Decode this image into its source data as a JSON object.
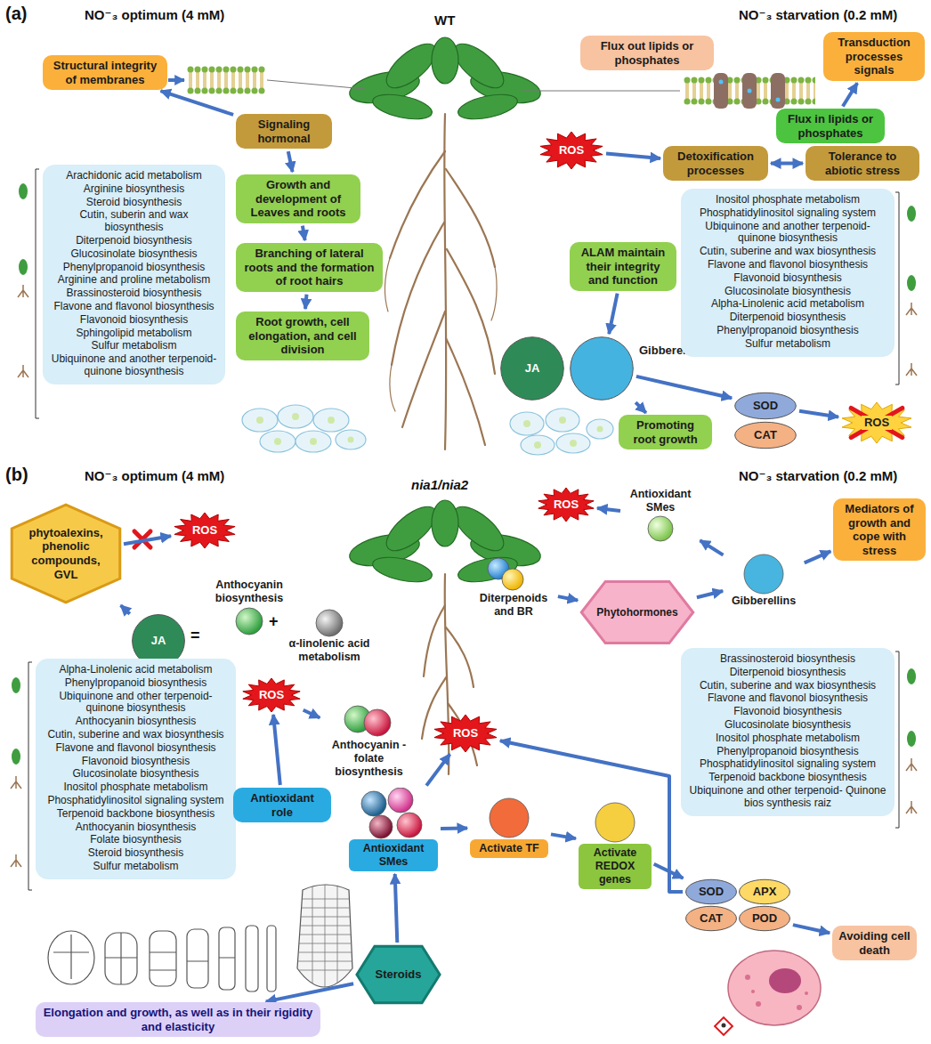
{
  "diagram": {
    "nodes": [
      {
        "text": [
          "Structural integrity of membranes"
        ]
      },
      {
        "text": [
          "Flux out lipids or phosphates"
        ]
      },
      {
        "text": [
          "Transduction processes signals"
        ]
      },
      {
        "text": [
          "Flux in lipids or phosphates"
        ]
      },
      {
        "text": [
          "Signaling hormonal"
        ]
      },
      {
        "text": [
          "ROS"
        ]
      },
      {
        "text": [
          "Detoxification processes"
        ]
      },
      {
        "text": [
          "Tolerance to abiotic stress"
        ]
      },
      {
        "text": [
          "Growth and development of Leaves and roots"
        ]
      },
      {
        "text": [
          "Branching of lateral roots and the formation of root hairs"
        ]
      },
      {
        "text": [
          "Root growth, cell elongation, and cell division"
        ]
      },
      {
        "text": [
          "ALAM maintain their integrity and function"
        ]
      },
      {
        "text": [
          "Arachidonic acid metabolism",
          "Arginine biosynthesis",
          "Steroid biosynthesis",
          "Cutin, suberin and wax biosynthesis",
          "Diterpenoid biosynthesis",
          "Glucosinolate biosynthesis",
          "Phenylpropanoid biosynthesis",
          "Arginine and proline metabolism",
          "Brassinosteroid biosynthesis",
          "Flavone and flavonol biosynthesis",
          "Flavonoid biosynthesis",
          "Sphingolipid metabolism",
          "Sulfur metabolism",
          "Ubiquinone and another terpenoid-quinone biosynthesis"
        ]
      },
      {
        "text": [
          "JA"
        ]
      },
      {
        "text": [
          "Gibberellins"
        ]
      },
      {
        "text": [
          "Promoting root growth"
        ]
      },
      {
        "text": [
          "SOD"
        ]
      },
      {
        "text": [
          "CAT"
        ]
      },
      {
        "text": [
          "ROS"
        ]
      },
      {
        "text": [
          "Inositol phosphate metabolism",
          "Phosphatidylinositol signaling system",
          "Ubiquinone and another terpenoid-quinone biosynthesis",
          "Cutin, suberine and wax biosynthesis",
          "Flavone and flavonol biosynthesis",
          "Flavonoid biosynthesis",
          "Glucosinolate biosynthesis",
          "Alpha-Linolenic acid metabolism",
          "Diterpenoid biosynthesis",
          "Phenylpropanoid biosynthesis",
          "Sulfur metabolism"
        ]
      },
      {
        "text": [
          "phytoalexins, phenolic compounds, GVL"
        ]
      },
      {
        "text": [
          "ROS"
        ]
      },
      {
        "text": [
          "JA"
        ]
      },
      {
        "text": [
          "Anthocyanin biosynthesis"
        ]
      },
      {
        "text": [
          "α-linolenic acid metabolism"
        ]
      },
      {
        "text": [
          "ROS"
        ]
      },
      {
        "text": [
          "Antioxidant SMes"
        ]
      },
      {
        "text": [
          "Gibberellins"
        ]
      },
      {
        "text": [
          "Mediators of growth and cope with stress"
        ]
      },
      {
        "text": [
          "Diterpenoids and BR"
        ]
      },
      {
        "text": [
          "Phytohormones"
        ]
      },
      {
        "text": [
          "Alpha-Linolenic acid metabolism",
          "Phenylpropanoid biosynthesis",
          "Ubiquinone and other terpenoid- quinone biosynthesis",
          "Anthocyanin biosynthesis",
          "Cutin, suberine and wax biosynthesis",
          "Flavone and flavonol biosynthesis",
          "Flavonoid biosynthesis",
          "Glucosinolate biosynthesis",
          "Inositol phosphate metabolism",
          "Phosphatidylinositol signaling system",
          "Terpenoid backbone biosynthesis",
          "Anthocyanin biosynthesis",
          "Folate biosynthesis",
          "Steroid biosynthesis",
          "Sulfur metabolism"
        ]
      },
      {
        "text": [
          "Brassinosteroid biosynthesis",
          "Diterpenoid biosynthesis",
          "Cutin, suberine and wax biosynthesis",
          "Flavone and flavonol biosynthesis",
          "Flavonoid biosynthesis",
          "Glucosinolate biosynthesis",
          "Inositol phosphate metabolism",
          "Phenylpropanoid biosynthesis",
          "Phosphatidylinositol signaling system",
          "Terpenoid backbone biosynthesis",
          "Ubiquinone and other terpenoid- Quinone bios synthesis raiz"
        ]
      },
      {
        "text": [
          "ROS"
        ]
      },
      {
        "text": [
          "Anthocyanin -folate biosynthesis"
        ]
      },
      {
        "text": [
          "ROS"
        ]
      },
      {
        "text": [
          "Antioxidant role"
        ]
      },
      {
        "text": [
          "Antioxidant SMes"
        ]
      },
      {
        "text": [
          "Activate TF"
        ]
      },
      {
        "text": [
          "Activate REDOX genes"
        ]
      },
      {
        "text": [
          "SOD"
        ]
      },
      {
        "text": [
          "APX"
        ]
      },
      {
        "text": [
          "CAT"
        ]
      },
      {
        "text": [
          "POD"
        ]
      },
      {
        "text": [
          "Steroids"
        ]
      },
      {
        "text": [
          "Elongation and growth, as well as in their rigidity and elasticity"
        ]
      },
      {
        "text": [
          "Avoiding cell death"
        ]
      }
    ],
    "edges": [
      {
        "from": 4,
        "to": 0,
        "arrow": "to"
      },
      {
        "from": 4,
        "to": 8,
        "arrow": "to"
      },
      {
        "from": 8,
        "to": 9,
        "arrow": "to"
      },
      {
        "from": 9,
        "to": 10,
        "arrow": "to"
      },
      {
        "from": 5,
        "to": 6,
        "arrow": "to"
      },
      {
        "from": 6,
        "to": 7,
        "arrow": "both"
      },
      {
        "from": 3,
        "to": 2,
        "arrow": "to"
      },
      {
        "from": 11,
        "to": 14,
        "arrow": "to"
      },
      {
        "from": 14,
        "to": 15,
        "arrow": "to"
      },
      {
        "from": 14,
        "to": 16,
        "arrow": "to"
      },
      {
        "from": 16,
        "to": 18,
        "arrow": "to"
      },
      {
        "from": 20,
        "to": 21,
        "arrow": "to"
      },
      {
        "from": 22,
        "to": 20,
        "arrow": "to"
      },
      {
        "from": 27,
        "to": 26,
        "arrow": "to"
      },
      {
        "from": 26,
        "to": 25,
        "arrow": "to"
      },
      {
        "from": 30,
        "to": 27,
        "arrow": "to"
      },
      {
        "from": 29,
        "to": 30,
        "arrow": "to"
      },
      {
        "from": 27,
        "to": 28,
        "arrow": "to"
      },
      {
        "from": 33,
        "to": 34,
        "arrow": "to"
      },
      {
        "from": 36,
        "to": 33,
        "arrow": "to"
      },
      {
        "from": 37,
        "to": 35,
        "arrow": "to"
      },
      {
        "from": 37,
        "to": 38,
        "arrow": "to"
      },
      {
        "from": 38,
        "to": 39,
        "arrow": "to"
      },
      {
        "from": 39,
        "to": 40,
        "arrow": "to"
      },
      {
        "from": 40,
        "to": 35,
        "arrow": "to"
      },
      {
        "from": 43,
        "to": 46,
        "arrow": "to"
      },
      {
        "from": 44,
        "to": 37,
        "arrow": "to"
      },
      {
        "from": 44,
        "to": 45,
        "arrow": "to"
      }
    ],
    "labels": [
      "(a)",
      "NO⁻₃ optimum (4 mM)",
      "NO⁻₃ starvation (0.2 mM)",
      "WT",
      "(b)",
      "NO⁻₃ optimum (4 mM)",
      "NO⁻₃ starvation (0.2 mM)",
      "nia1/nia2",
      "=",
      "+"
    ]
  }
}
